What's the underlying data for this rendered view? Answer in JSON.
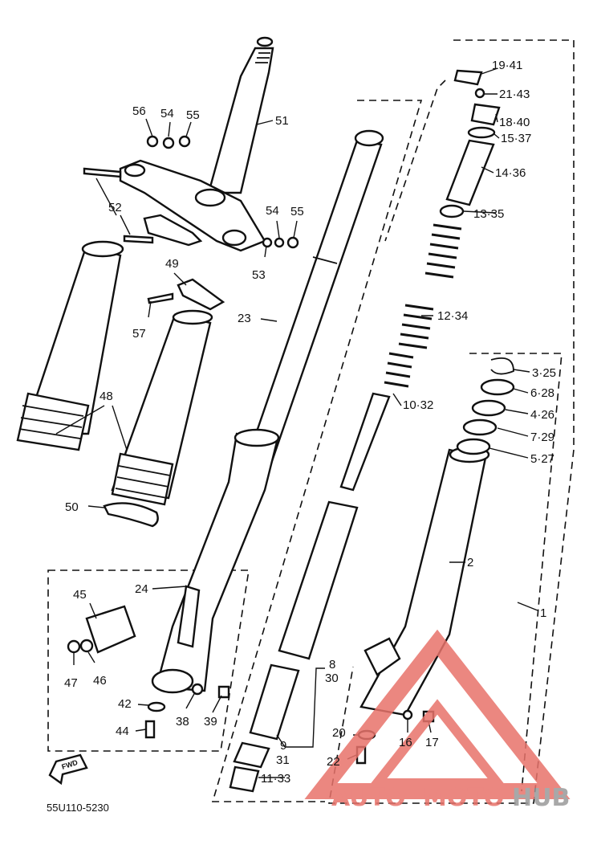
{
  "diagram_code": "55U110-5230",
  "fwd_label": "FWD",
  "watermark": {
    "part1": "AUTO",
    "part2": "MOTO",
    "part3": "HUB",
    "color_accent": "#e8736b",
    "color_dark": "#9a9a9a"
  },
  "labels": [
    "19·41",
    "21·43",
    "18·40",
    "15·37",
    "14·36",
    "13·35",
    "12·34",
    "10·32",
    "3·25",
    "6·28",
    "4·26",
    "7·29",
    "5·27",
    "2",
    "1",
    "51",
    "56",
    "54",
    "55",
    "52",
    "54",
    "55",
    "53",
    "49",
    "57",
    "23",
    "48",
    "50",
    "24",
    "45",
    "47",
    "46",
    "42",
    "44",
    "38",
    "39",
    "8",
    "30",
    "9",
    "31",
    "11·33",
    "20",
    "22",
    "16",
    "17"
  ]
}
